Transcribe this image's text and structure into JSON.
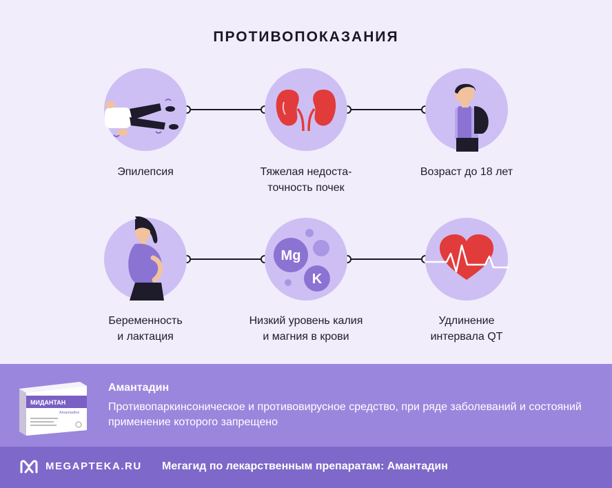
{
  "title": "ПРОТИВОПОКАЗАНИЯ",
  "items": [
    {
      "label": "Эпилепсия",
      "icon": "epilepsy-person-icon"
    },
    {
      "label": "Тяжелая недоста-\nточность почек",
      "icon": "kidneys-icon"
    },
    {
      "label": "Возраст до 18 лет",
      "icon": "teenager-backpack-icon"
    },
    {
      "label": "Беременность\nи лактация",
      "icon": "pregnant-woman-icon"
    },
    {
      "label": "Низкий уровень калия\nи магния в крови",
      "icon": "mg-k-molecules-icon"
    },
    {
      "label": "Удлинение\nинтервала QT",
      "icon": "heart-ecg-icon"
    }
  ],
  "icon_labels": {
    "mg": "Mg",
    "k": "K"
  },
  "product": {
    "name": "Амантадин",
    "description": "Противопаркинсоническое и противовирусное средство, при ряде заболеваний и состояний применение которого запрещено",
    "box_brand": "МИДАНТАН",
    "box_sub": "Amantadine"
  },
  "footer": {
    "brand": "MEGAPTEKA.RU",
    "text": "Мегагид по лекарственным препаратам: Амантадин"
  },
  "colors": {
    "background": "#f1edfb",
    "circle": "#cdbff3",
    "band": "#9b86dd",
    "footer": "#7e68c9",
    "purple_dark": "#7a5fc4",
    "red": "#e23b3b"
  }
}
